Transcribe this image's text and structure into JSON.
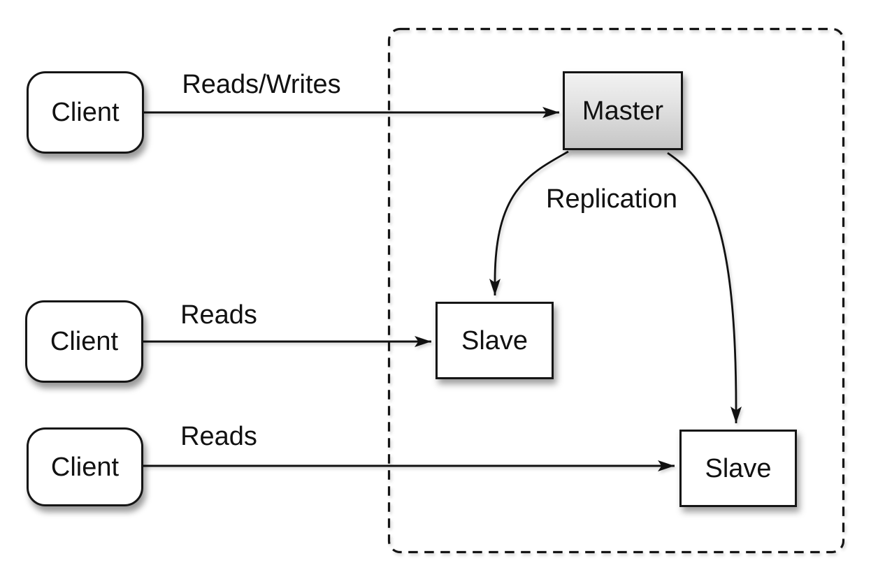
{
  "colors": {
    "background": "#ffffff",
    "stroke": "#111111",
    "node_fill": "#ffffff",
    "master_fill_top": "#f2f2f2",
    "master_fill_bottom": "#c6c6c6",
    "text": "#111111"
  },
  "nodes": {
    "client1": {
      "label": "Client"
    },
    "client2": {
      "label": "Client"
    },
    "client3": {
      "label": "Client"
    },
    "master": {
      "label": "Master"
    },
    "slave1": {
      "label": "Slave"
    },
    "slave2": {
      "label": "Slave"
    }
  },
  "edges": {
    "client1_master": {
      "label": "Reads/Writes"
    },
    "client2_slave1": {
      "label": "Reads"
    },
    "client3_slave2": {
      "label": "Reads"
    },
    "replication": {
      "label": "Replication"
    }
  }
}
